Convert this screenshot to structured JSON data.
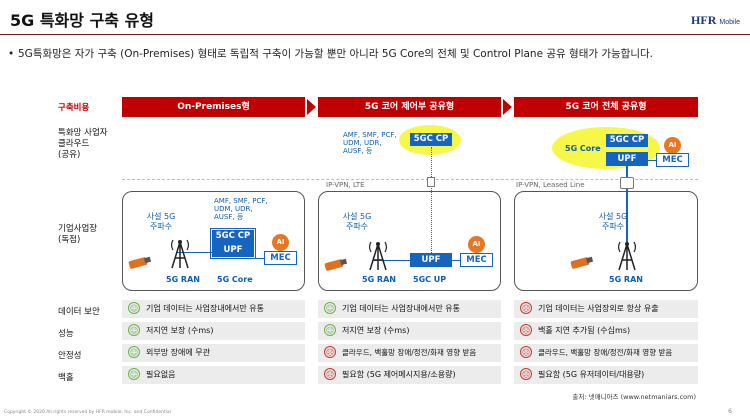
{
  "slide": {
    "title": "5G 특화망 구축 유형",
    "logo_main": "HFR",
    "logo_sub": "Mobile",
    "bullet": "5G특화망은 자가 구축 (On-Premises) 형태로 독립적 구축이 가능할 뿐만 아니라 5G Core의 전체 및 Control Plane 공유 형태가 가능합니다.",
    "source": "출처: 넷매니아즈 (www.netmaniars.com)",
    "footer": "Copyright © 2020 All rights reserved by HFR mobile, Inc. and Confidential",
    "page_number": "6"
  },
  "labels": {
    "cost": "구축비용",
    "cloud": [
      "특화망 사업자",
      "클라우드",
      "(공유)"
    ],
    "enterprise": [
      "기업사업장",
      "(독점)"
    ]
  },
  "columns": [
    {
      "header": "On-Premises형"
    },
    {
      "header": "5G 코어 제어부 공유형"
    },
    {
      "header": "5G 코어 전체 공유형"
    }
  ],
  "diagram": {
    "nf_list": [
      "AMF, SMF, PCF,",
      "UDM, UDR,",
      "AUSF, 등"
    ],
    "cp": "5GC CP",
    "upf": "UPF",
    "mec": "MEC",
    "ai": "AI",
    "core": "5G Core",
    "band": [
      "사설 5G",
      "주파수"
    ],
    "ran": "5G RAN",
    "core_label": "5G Core",
    "up_label": "5GC UP",
    "ipvpn1": "IP-VPN, LTE",
    "ipvpn2": "IP-VPN, Leased Line"
  },
  "rows": [
    {
      "label": "데이터 보안",
      "cells": [
        {
          "icon": "good",
          "text": "기업 데이터는 사업장내에서만 유통"
        },
        {
          "icon": "good",
          "text": "기업 데이터는 사업장내에서만 유통"
        },
        {
          "icon": "bad",
          "text": "기업 데이터는 사업장외로 항상 유출"
        }
      ]
    },
    {
      "label": "성능",
      "cells": [
        {
          "icon": "good",
          "text": "저지연 보장 (수ms)"
        },
        {
          "icon": "good",
          "text": "저지연 보장 (수ms)"
        },
        {
          "icon": "bad",
          "text": "백홀 지연 추가됨 (수십ms)"
        }
      ]
    },
    {
      "label": "안정성",
      "cells": [
        {
          "icon": "good",
          "text": "외부망 장애에 무관"
        },
        {
          "icon": "bad",
          "text": "클라우드, 백홀망 장애/정전/화재 영향 받음"
        },
        {
          "icon": "bad",
          "text": "클라우드, 백홀망 장애/정전/화재 영향 받음"
        }
      ]
    },
    {
      "label": "백홀",
      "cells": [
        {
          "icon": "good",
          "text": "필요없음"
        },
        {
          "icon": "bad",
          "text": "필요함 (5G 제어메시지용/소용량)"
        },
        {
          "icon": "bad",
          "text": "필요함 (5G 유저데이터/대용량)"
        }
      ]
    }
  ]
}
